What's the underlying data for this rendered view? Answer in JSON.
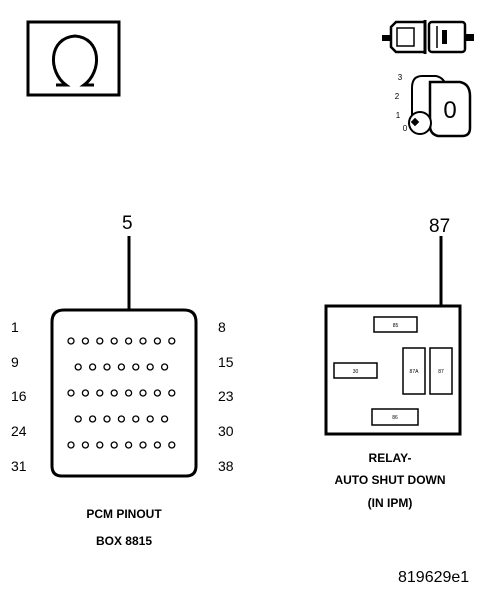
{
  "ohmmeter_symbol": "ohm-meter-icon",
  "ignition": {
    "positions": [
      "3",
      "2",
      "1",
      "0"
    ],
    "key_label": "0"
  },
  "pcm": {
    "arrow_pin": "5",
    "left_pins": [
      "1",
      "9",
      "16",
      "24",
      "31"
    ],
    "right_pins": [
      "8",
      "15",
      "23",
      "30",
      "38"
    ],
    "rows": [
      8,
      7,
      8,
      7,
      8
    ],
    "caption_line1": "PCM PINOUT",
    "caption_line2": "BOX 8815"
  },
  "relay": {
    "arrow_pin": "87",
    "terminals": {
      "t85": "85",
      "t30": "30",
      "t87a": "87A",
      "t87": "87",
      "t86": "86"
    },
    "caption_line1": "RELAY-",
    "caption_line2": "AUTO SHUT DOWN",
    "caption_line3": "(IN IPM)"
  },
  "figure_id": "819629e1"
}
